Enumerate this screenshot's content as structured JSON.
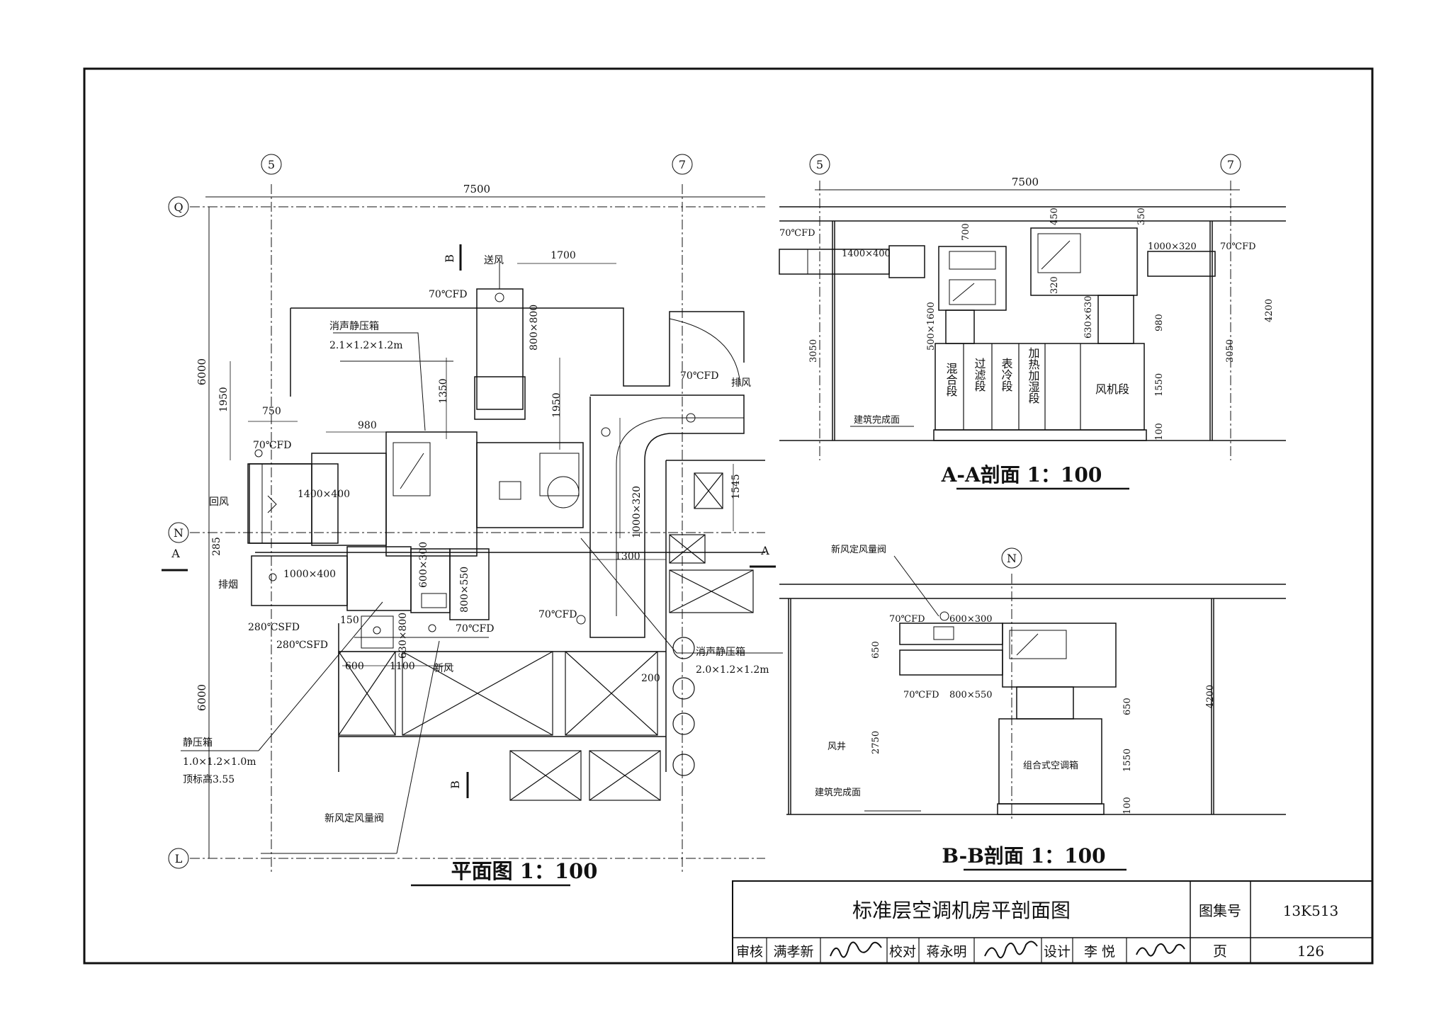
{
  "plan": {
    "title": "平面图 1：100",
    "axes": {
      "a5": "5",
      "a7": "7",
      "q": "Q",
      "n": "N",
      "l": "L"
    },
    "dims": {
      "w7500": "7500",
      "h6000a": "6000",
      "h6000b": "6000",
      "d1700": "1700",
      "d1950a": "1950",
      "d750": "750",
      "d980": "980",
      "d1350": "1350",
      "d1950b": "1950",
      "d1300": "1300",
      "d1545": "1545",
      "d285": "285",
      "d150": "150",
      "d600": "600",
      "d1100": "1100",
      "d200": "200"
    },
    "sections": {
      "a": "A",
      "a2": "A",
      "b": "B",
      "b2": "B"
    },
    "labels": {
      "supply": "送风",
      "fd70a": "70℃FD",
      "muffler1": "消声静压箱",
      "muffler1_size": "2.1×1.2×1.2m",
      "duct800x800": "800×800",
      "fd70b": "70℃FD",
      "exhaust": "排风",
      "fd70c": "70℃FD",
      "ret": "回风",
      "duct1400x400": "1400×400",
      "duct1000x320": "1000×320",
      "smoke": "排烟",
      "duct1000x400": "1000×400",
      "duct600x300": "600×300",
      "duct800x550": "800×550",
      "duct630x800": "630×800",
      "fd280a": "280℃SFD",
      "fd280b": "280℃SFD",
      "fd70d": "70℃FD",
      "fd70e": "70℃FD",
      "fresh": "新风",
      "muffler2": "消声静压箱",
      "muffler2_size": "2.0×1.2×1.2m",
      "plenum": "静压箱",
      "plenum_size": "1.0×1.2×1.0m",
      "plenum_top": "顶标高3.55",
      "fresh_damper": "新风定风量阀"
    }
  },
  "section_aa": {
    "title": "A-A剖面 1：100",
    "axes": {
      "a5": "5",
      "a7": "7"
    },
    "dims": {
      "w7500": "7500",
      "d700": "700",
      "d450": "450",
      "d350": "350",
      "d320": "320",
      "d630x630": "630×630",
      "d500x1600": "500×1600",
      "d980": "980",
      "d3050a": "3050",
      "d3050b": "3050",
      "d4200": "4200",
      "d1550": "1550",
      "d100": "100"
    },
    "labels": {
      "fd70a": "70℃FD",
      "duct1400x400": "1400×400",
      "duct1000x320": "1000×320",
      "fd70b": "70℃FD",
      "floor": "建筑完成面"
    },
    "segments": [
      "混合段",
      "过滤段",
      "表冷段",
      "加热加湿段",
      "风机段"
    ]
  },
  "section_bb": {
    "title": "B-B剖面 1：100",
    "axes": {
      "n": "N"
    },
    "dims": {
      "d650a": "650",
      "d650b": "650",
      "d2750": "2750",
      "d1550": "1550",
      "d100": "100",
      "d4200": "4200"
    },
    "labels": {
      "fresh_damper": "新风定风量阀",
      "fd70a": "70℃FD",
      "duct600x300": "600×300",
      "fd70b": "70℃FD",
      "duct800x550": "800×550",
      "shaft": "风井",
      "ahu": "组合式空调箱",
      "floor": "建筑完成面"
    }
  },
  "title_block": {
    "drawing_title": "标准层空调机房平剖面图",
    "atlas_label": "图集号",
    "atlas_no": "13K513",
    "page_label": "页",
    "page_no": "126",
    "review_label": "审核",
    "reviewer": "满孝新",
    "check_label": "校对",
    "checker": "蒋永明",
    "design_label": "设计",
    "designer": "李 悦"
  }
}
